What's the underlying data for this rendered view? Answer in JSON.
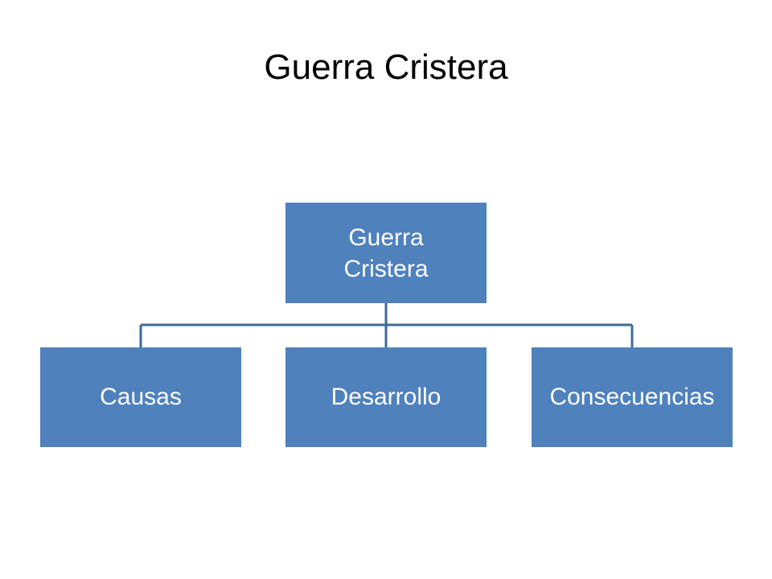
{
  "slide": {
    "title": "Guerra Cristera"
  },
  "diagram": {
    "root": {
      "label": "Guerra Cristera"
    },
    "children": [
      {
        "label": "Causas"
      },
      {
        "label": "Desarrollo"
      },
      {
        "label": "Consecuencias"
      }
    ],
    "colors": {
      "node_fill": "#4f81bd",
      "connector": "#3d6a9b",
      "node_text": "#ffffff"
    }
  }
}
